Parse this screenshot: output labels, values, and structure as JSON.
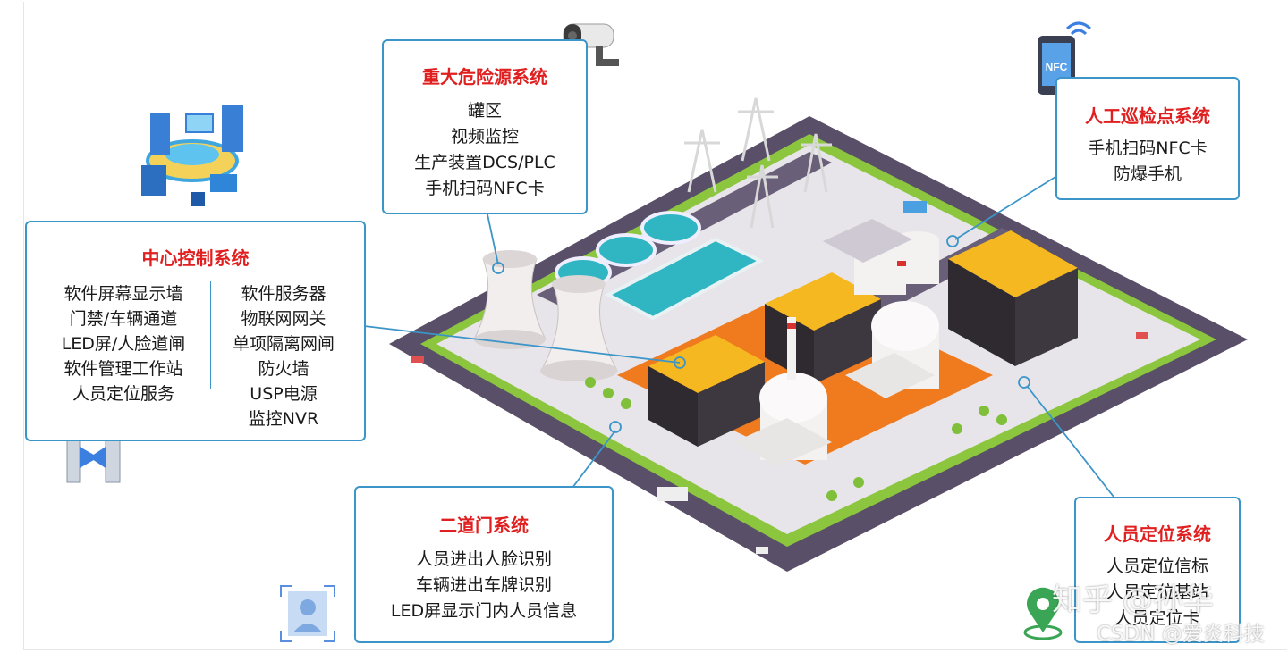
{
  "boxes": {
    "hazard": {
      "title": "重大危险源系统",
      "lines": [
        "罐区",
        "视频监控",
        "生产装置DCS/PLC",
        "手机扫码NFC卡"
      ]
    },
    "patrol": {
      "title": "人工巡检点系统",
      "lines": [
        "手机扫码NFC卡",
        "防爆手机"
      ]
    },
    "central": {
      "title": "中心控制系统",
      "left_lines": [
        "软件屏幕显示墙",
        "门禁/车辆通道",
        "LED屏/人脸道闸",
        "软件管理工作站",
        "人员定位服务"
      ],
      "right_lines": [
        "软件服务器",
        "物联网网关",
        "单项隔离网闸",
        "防火墙",
        "USP电源",
        "监控NVR"
      ]
    },
    "gate": {
      "title": "二道门系统",
      "lines": [
        "人员进出人脸识别",
        "车辆进出车牌识别",
        "LED屏显示门内人员信息"
      ]
    },
    "location": {
      "title": "人员定位系统",
      "lines": [
        "人员定位信标",
        "人员定位基站",
        "人员定位卡"
      ]
    }
  },
  "phone_label": "NFC",
  "watermark": {
    "zhihu": "知乎 @孙华",
    "csdn": "CSDN @爱炎科技"
  },
  "colors": {
    "border": "#3b95c8",
    "title": "#e02020",
    "road": "#5a4f68",
    "grass": "#8cc63f",
    "roof": "#f5b820",
    "ground": "#f07a1e"
  }
}
